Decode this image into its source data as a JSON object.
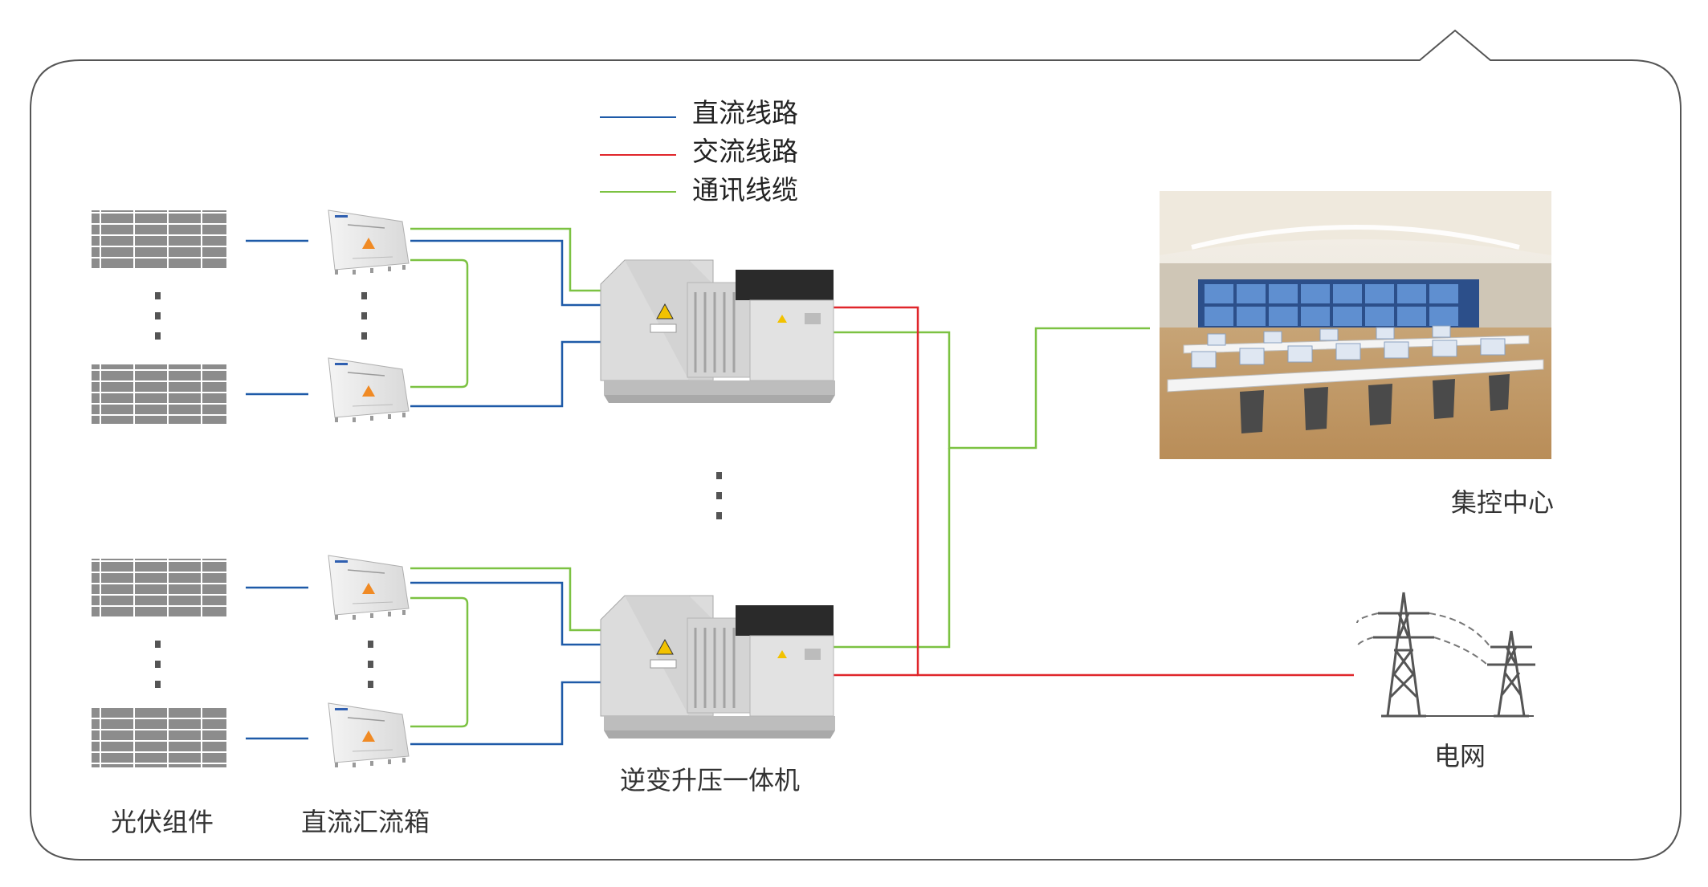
{
  "legend": [
    {
      "label": "直流线路",
      "color": "#1e5aa8"
    },
    {
      "label": "交流线路",
      "color": "#e0262b"
    },
    {
      "label": "通讯线缆",
      "color": "#7cc242"
    }
  ],
  "labels": {
    "pv_modules": "光伏组件",
    "dc_combiner": "直流汇流箱",
    "inverter": "逆变升压一体机",
    "control_center": "集控中心",
    "grid": "电网"
  },
  "colors": {
    "frame": "#555555",
    "panel": "#8c8c8c",
    "dc": "#1e5aa8",
    "ac": "#e0262b",
    "comm": "#7cc242"
  }
}
